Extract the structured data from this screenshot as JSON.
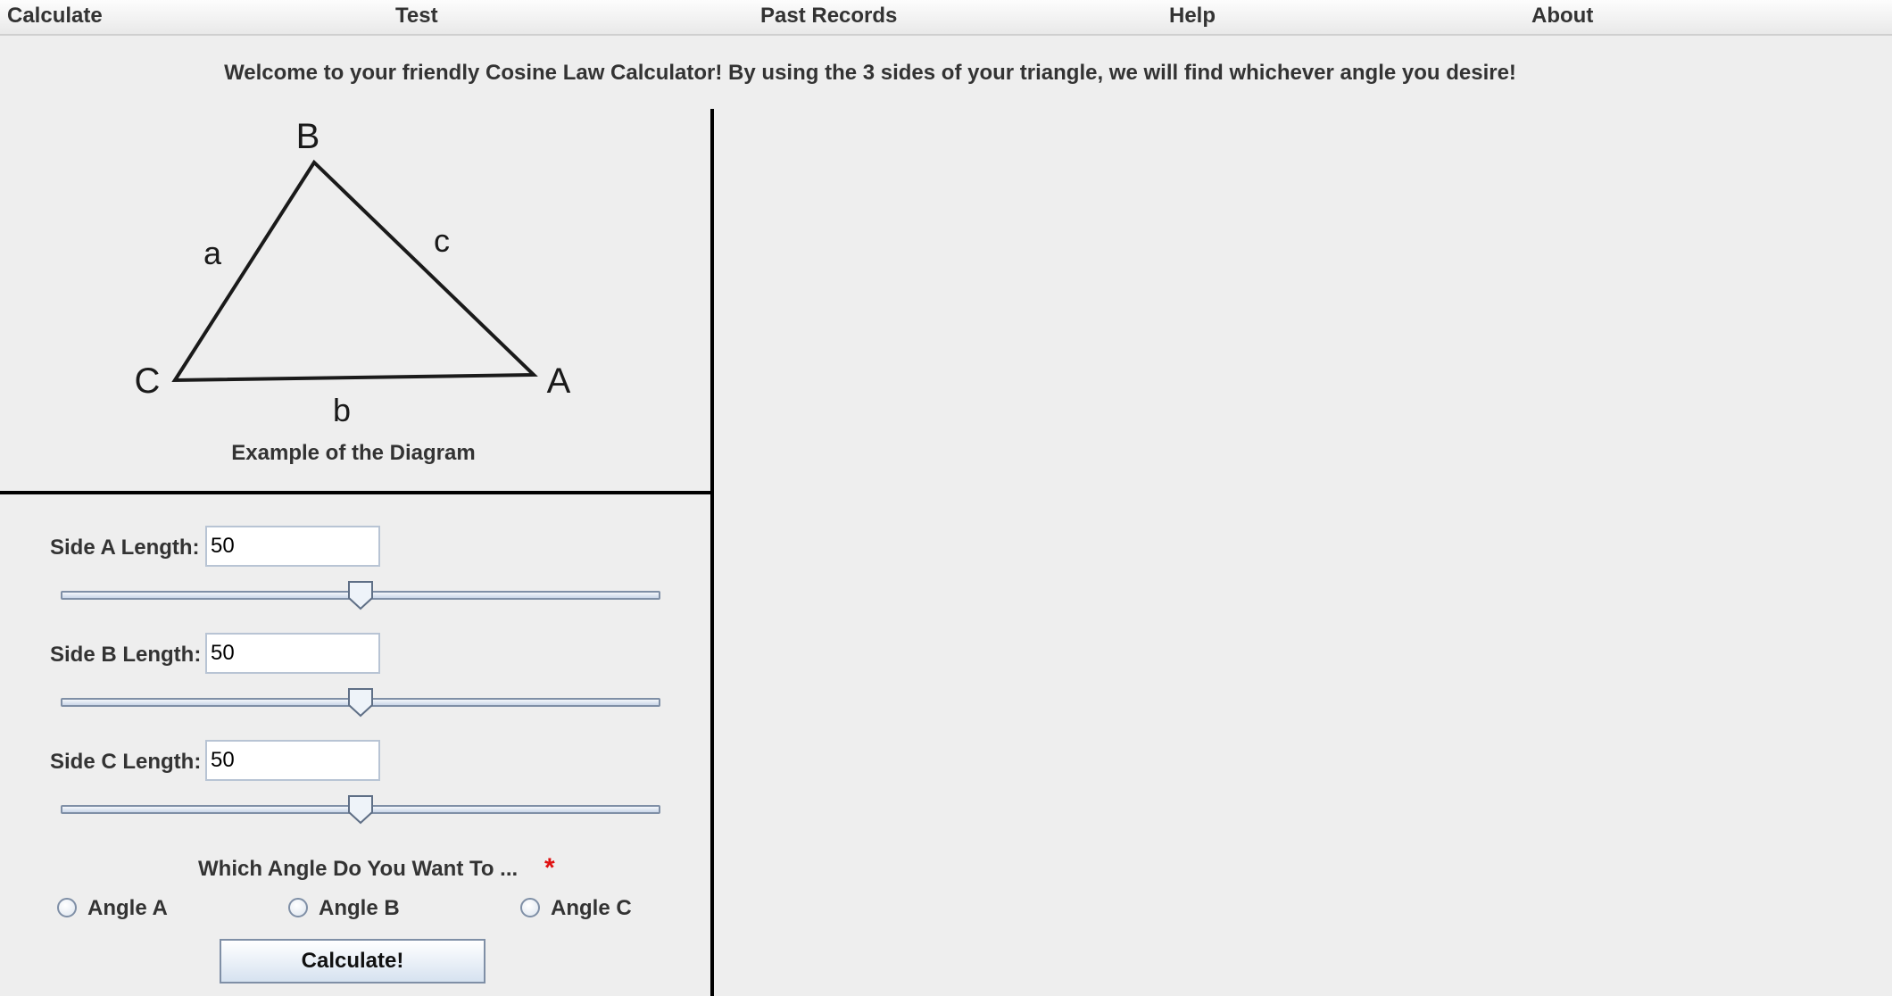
{
  "menu": {
    "items": [
      "Calculate",
      "Test",
      "Past Records",
      "Help",
      "About"
    ]
  },
  "welcome_text": "Welcome to your friendly Cosine Law Calculator! By using the 3 sides of your triangle, we will find whichever angle you desire!",
  "diagram": {
    "vertex_labels": [
      "B",
      "C",
      "A"
    ],
    "side_labels": [
      "a",
      "c",
      "b"
    ],
    "caption": "Example of the Diagram"
  },
  "fields": [
    {
      "label": "Side A Length:",
      "value": "50",
      "slider_value": 0.5
    },
    {
      "label": "Side B Length:",
      "value": "50",
      "slider_value": 0.5
    },
    {
      "label": "Side C Length:",
      "value": "50",
      "slider_value": 0.5
    }
  ],
  "angle_question": "Which Angle Do You Want To ...",
  "required_marker": "*",
  "angle_options": [
    "Angle A",
    "Angle B",
    "Angle C"
  ],
  "calculate_button": "Calculate!",
  "colors": {
    "required": "#e01010",
    "slider_track_border": "#7f8fa6"
  }
}
